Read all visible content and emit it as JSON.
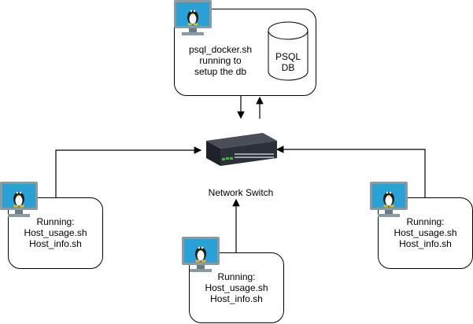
{
  "db_node": {
    "script_label": "psql_docker.sh\nrunning to\nsetup the db",
    "db_label": "PSQL\nDB",
    "monitor_icon": "linux-tux-monitor-icon"
  },
  "switch": {
    "label": "Network Switch",
    "icon": "network-switch-icon"
  },
  "hosts": [
    {
      "label": "Running:\nHost_usage.sh\nHost_info.sh",
      "icon": "linux-tux-monitor-icon"
    },
    {
      "label": "Running:\nHost_usage.sh\nHost_info.sh",
      "icon": "linux-tux-monitor-icon"
    },
    {
      "label": "Running:\nHost_usage.sh\nHost_info.sh",
      "icon": "linux-tux-monitor-icon"
    }
  ],
  "colors": {
    "screen": "#2aa1d6",
    "bezel": "#8a9aa3",
    "stroke": "#000000",
    "switch_body": "#2c3038",
    "switch_ports": "#4caf50"
  }
}
